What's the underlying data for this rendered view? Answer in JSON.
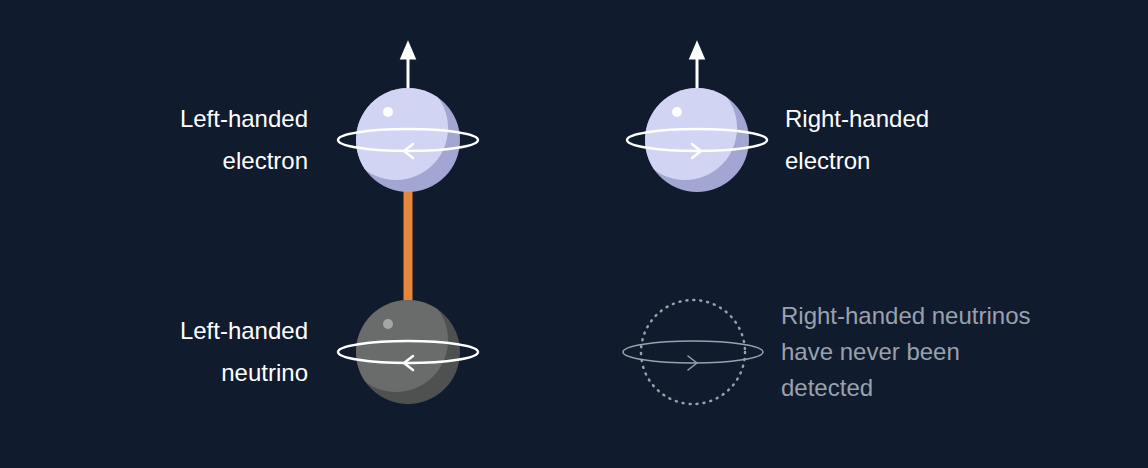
{
  "diagram": {
    "nodes": [
      {
        "text": [
          "Left-handed electron"
        ]
      },
      {
        "text": [
          "Right-handed electron"
        ]
      },
      {
        "text": [
          "Left-handed neutrino"
        ]
      },
      {
        "text": [
          "Right-handed neutrinos have never been detected"
        ]
      }
    ],
    "edges": [
      {
        "from": 0,
        "to": 2,
        "arrow": "none"
      }
    ]
  }
}
